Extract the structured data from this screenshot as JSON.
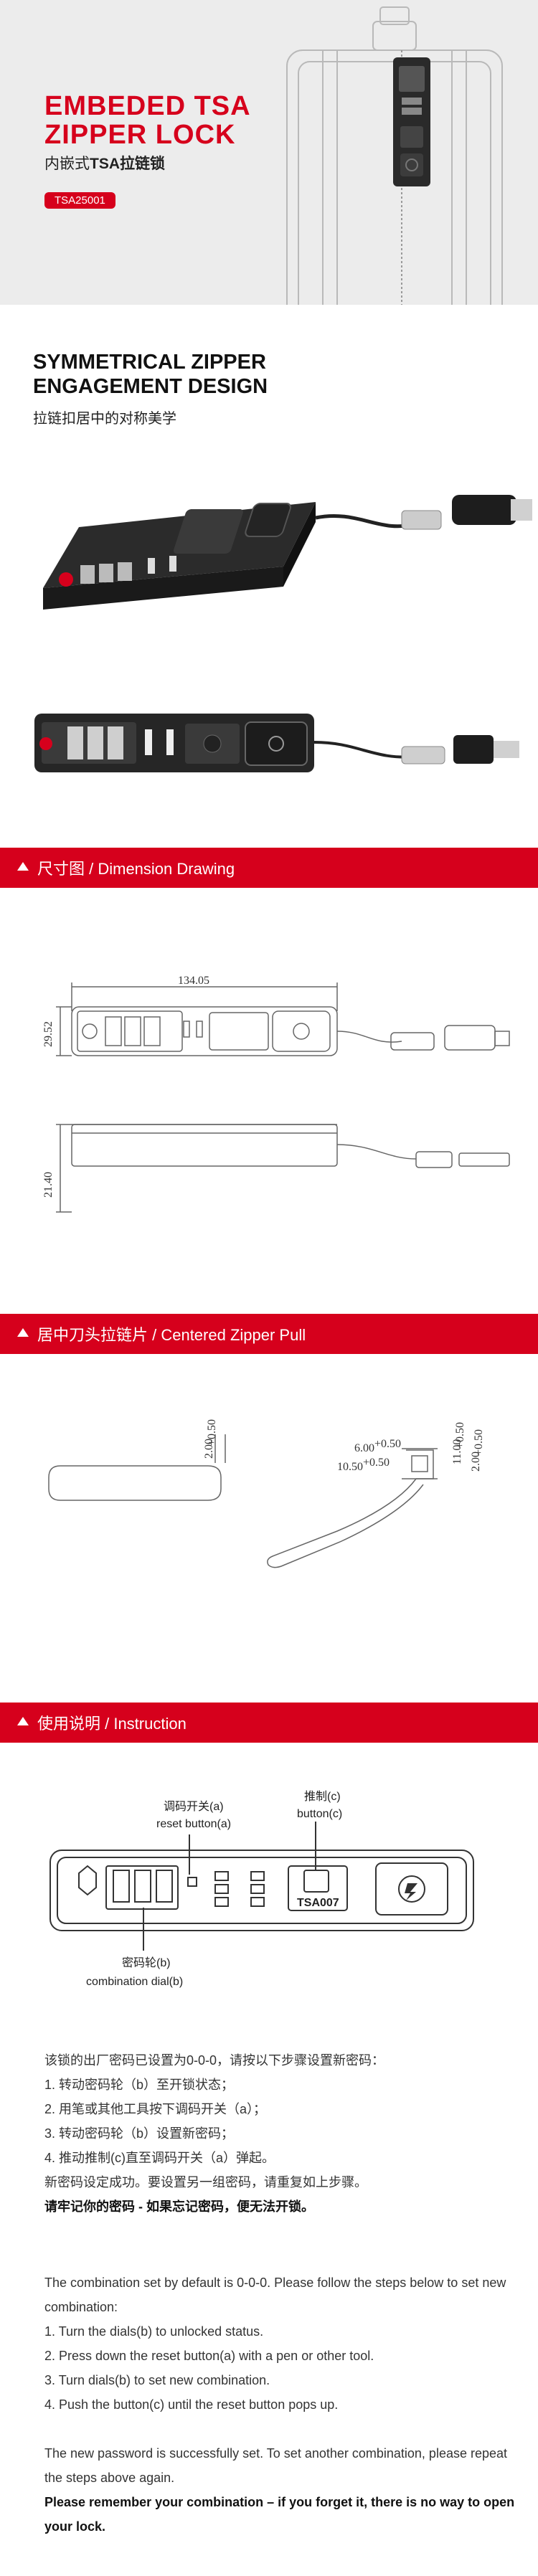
{
  "hero": {
    "title_line1": "EMBEDED TSA",
    "title_line2": "ZIPPER LOCK",
    "subtitle_cn_prefix": "内嵌式",
    "subtitle_cn_bold": "TSA拉链锁",
    "model_badge": "TSA25001"
  },
  "engagement": {
    "title_line1": "SYMMETRICAL ZIPPER",
    "title_line2": "ENGAGEMENT DESIGN",
    "subtitle": "拉链扣居中的对称美学"
  },
  "sections": {
    "dimension": "尺寸图 / Dimension Drawing",
    "zipper_pull": "居中刀头拉链片 / Centered Zipper Pull",
    "instruction": "使用说明 / Instruction"
  },
  "dimension_drawing": {
    "length": "134.05",
    "height": "29.52",
    "thickness": "21.40"
  },
  "zipper_pull_drawing": {
    "thickness_a": "2.00",
    "thickness_a_tol": "+0.50\n-0",
    "width_a": "6.00",
    "width_b": "10.50",
    "height_a": "11.00",
    "thickness_b": "2.00",
    "tol_small": "+0.50",
    "tol_zero": "-0"
  },
  "instruction_diagram": {
    "reset_button_cn": "调码开关(a)",
    "reset_button_en": "reset button(a)",
    "push_button_cn": "推制(c)",
    "push_button_en": "button(c)",
    "dial_cn": "密码轮(b)",
    "dial_en": "combination dial(b)",
    "model_label": "TSA007"
  },
  "instructions_cn": {
    "intro": "该锁的出厂密码已设置为0-0-0，请按以下步骤设置新密码：",
    "step1": "1.  转动密码轮（b）至开锁状态；",
    "step2": "2.  用笔或其他工具按下调码开关（a）；",
    "step3": "3.   转动密码轮（b）设置新密码；",
    "step4": "4.  推动推制(c)直至调码开关（a）弹起。",
    "note": "新密码设定成功。要设置另一组密码，请重复如上步骤。",
    "warning": "请牢记你的密码 - 如果忘记密码，便无法开锁。"
  },
  "instructions_en": {
    "intro": "The combination set by default is 0-0-0. Please follow the steps below to set new combination:",
    "step1": "1. Turn the dials(b) to unlocked status.",
    "step2": "2. Press down the reset button(a) with a pen or other tool.",
    "step3": "3. Turn dials(b) to set new combination.",
    "step4": "4. Push the button(c) until the reset button pops up.",
    "note": "The new password is successfully set. To set another combination, please repeat the steps above again.",
    "warning": "Please remember your combination – if you forget it, there is no way to open your lock."
  },
  "colors": {
    "accent": "#d6001c",
    "hero_bg": "#ececec",
    "body_text": "#333333"
  }
}
